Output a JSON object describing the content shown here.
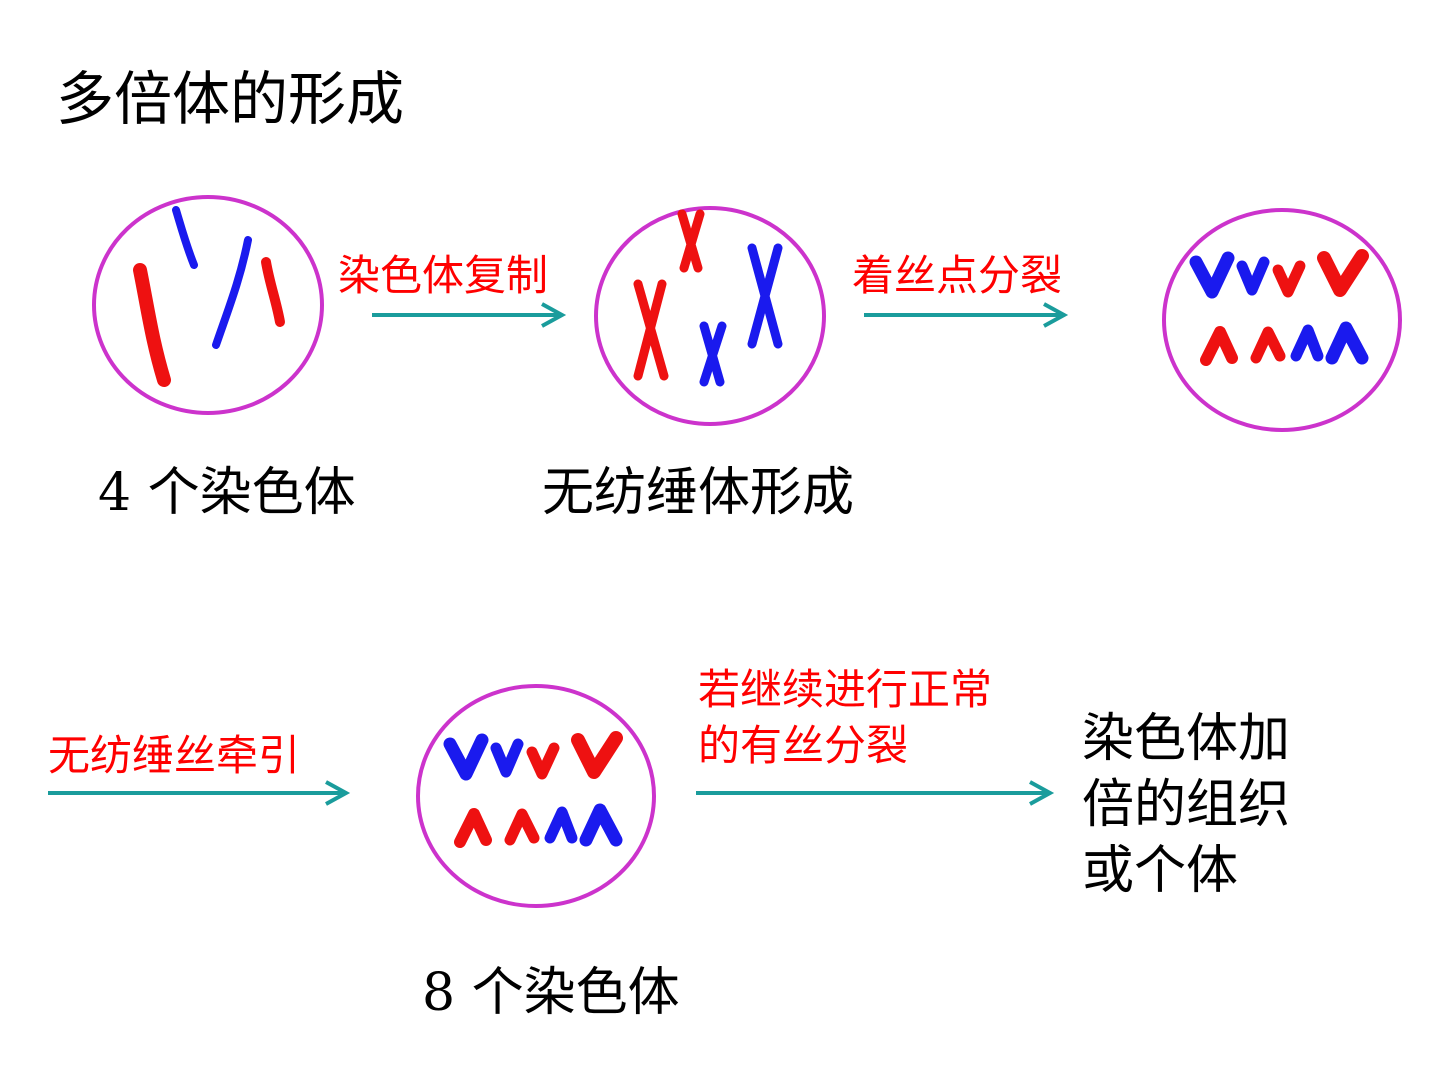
{
  "slide": {
    "title": "多倍体的形成",
    "captions": {
      "cell1": "4 个染色体",
      "cell2": "无纺缍体形成",
      "cell4": "8 个染色体"
    },
    "arrow_labels": {
      "a1": "染色体复制",
      "a2": "着丝点分裂",
      "a3": "无纺缍丝牵引",
      "a4": [
        "若继续进行正常",
        "的有丝分裂"
      ]
    },
    "result_text": [
      "染色体加",
      "倍的组织",
      "或个体"
    ],
    "colors": {
      "cell_border": "#cc33cc",
      "red_chromosome": "#ee1111",
      "blue_chromosome": "#1a1aee",
      "arrow": "#1a9c9c",
      "label_red": "#ff0000"
    }
  }
}
